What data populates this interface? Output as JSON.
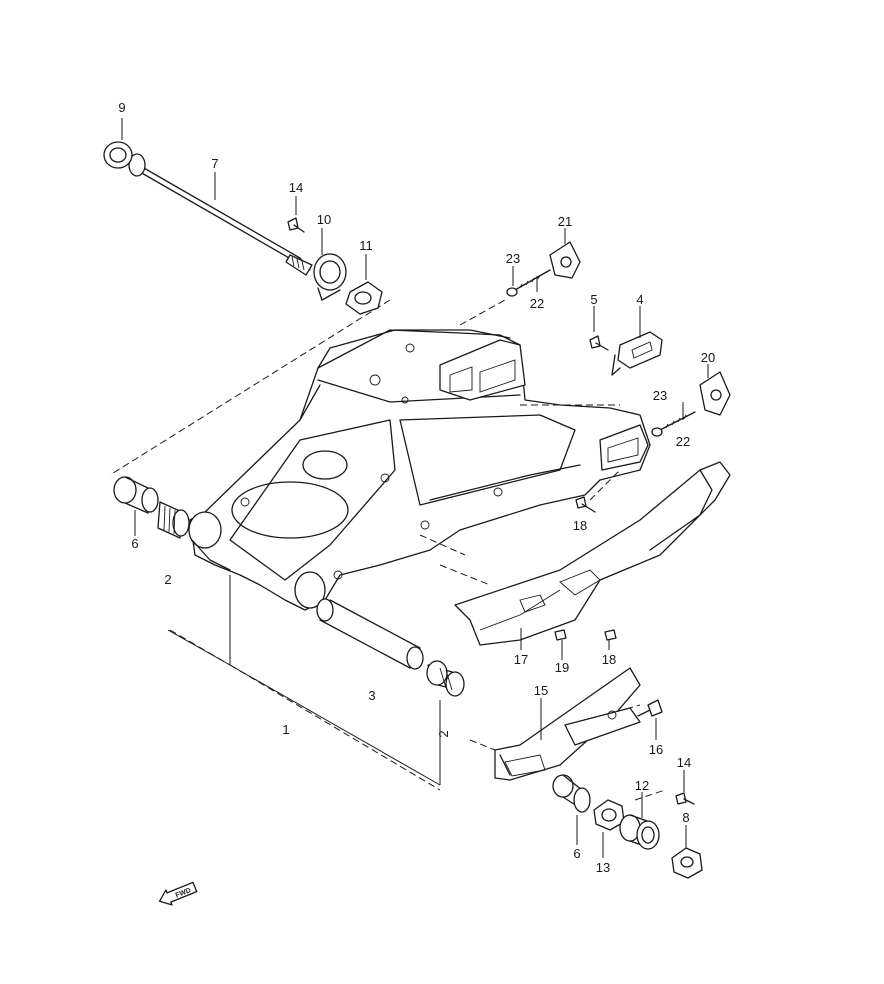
{
  "labels": {
    "p1": "1",
    "p2a": "2",
    "p2b": "2",
    "p3": "3",
    "p4": "4",
    "p5": "5",
    "p6a": "6",
    "p6b": "6",
    "p7": "7",
    "p8": "8",
    "p9": "9",
    "p10": "10",
    "p11": "11",
    "p12": "12",
    "p13": "13",
    "p14a": "14",
    "p14b": "14",
    "p15": "15",
    "p16": "16",
    "p17": "17",
    "p18a": "18",
    "p18b": "18",
    "p19": "19",
    "p20": "20",
    "p21": "21",
    "p22a": "22",
    "p22b": "22",
    "p23a": "23",
    "p23b": "23"
  },
  "fwd_marker": "FWD",
  "colors": {
    "ink": "#1a1a1a",
    "background": "#ffffff"
  }
}
